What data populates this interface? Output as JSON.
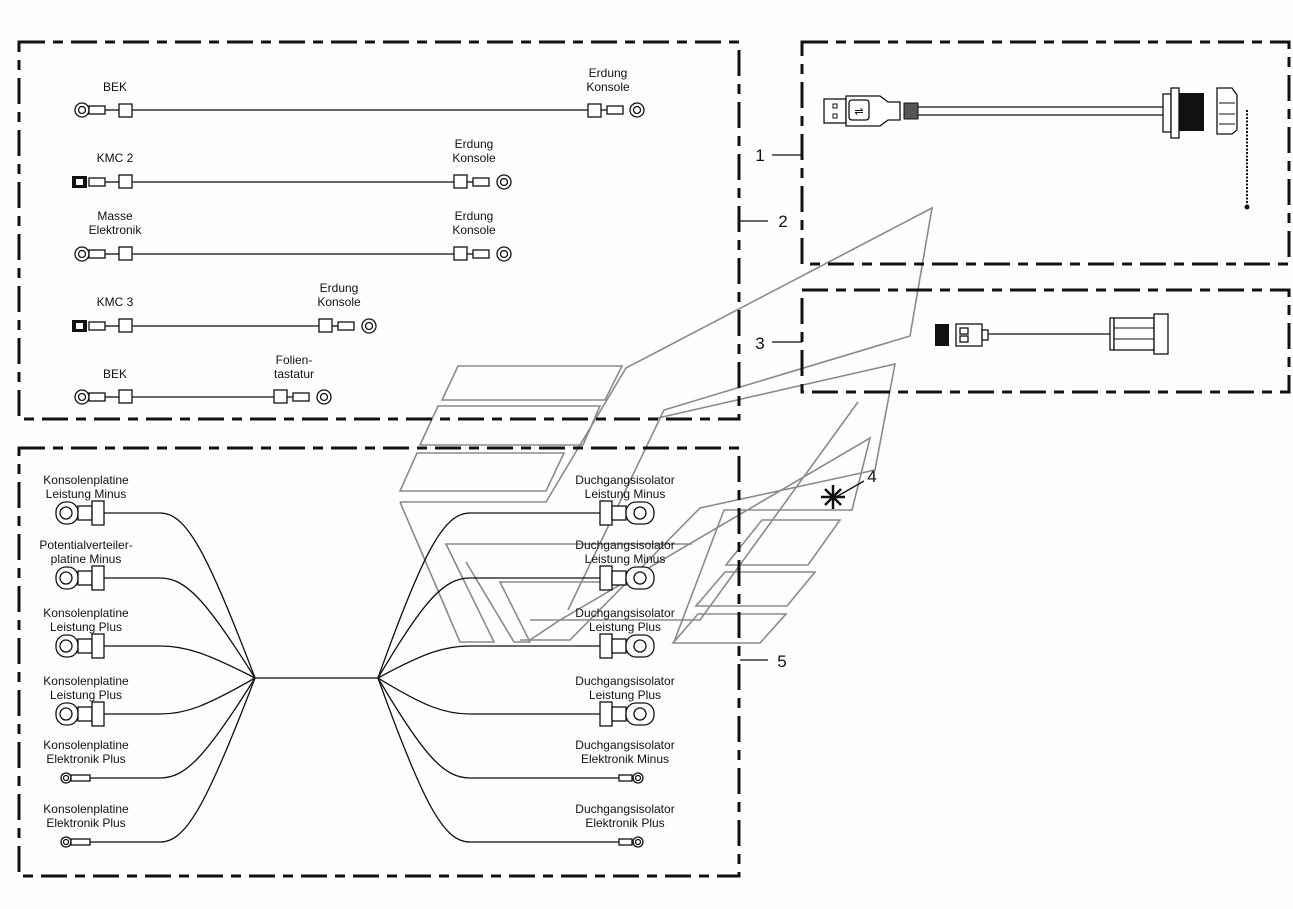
{
  "diagram": {
    "colors": {
      "ink": "#111111",
      "watermark": "#8a8a8a",
      "background": "#fdfefd"
    },
    "callouts": [
      {
        "id": "1",
        "label": "1",
        "target": "usb-cable-assembly"
      },
      {
        "id": "2",
        "label": "2",
        "target": "ground-cable-group"
      },
      {
        "id": "3",
        "label": "3",
        "target": "connector-cable-assembly"
      },
      {
        "id": "4",
        "label": "4",
        "target": "marker-star"
      },
      {
        "id": "5",
        "label": "5",
        "target": "wiring-harness"
      }
    ],
    "ground_cables": [
      {
        "from": "BEK",
        "to_line1": "Erdung",
        "to_line2": "Konsole",
        "from_type": "ring"
      },
      {
        "from": "KMC 2",
        "to_line1": "Erdung",
        "to_line2": "Konsole",
        "from_type": "flat"
      },
      {
        "from_line1": "Masse",
        "from_line2": "Elektronik",
        "to_line1": "Erdung",
        "to_line2": "Konsole",
        "from_type": "ring"
      },
      {
        "from": "KMC 3",
        "to_line1": "Erdung",
        "to_line2": "Konsole",
        "from_type": "flat"
      },
      {
        "from": "BEK",
        "to_line1": "Folien-",
        "to_line2": "tastatur",
        "from_type": "ring"
      }
    ],
    "harness": {
      "left": [
        {
          "line1": "Konsolenplatine",
          "line2": "Leistung Minus",
          "type": "large"
        },
        {
          "line1": "Potentialverteiler-",
          "line2": "platine Minus",
          "type": "large"
        },
        {
          "line1": "Konsolenplatine",
          "line2": "Leistung Plus",
          "type": "large"
        },
        {
          "line1": "Konsolenplatine",
          "line2": "Leistung Plus",
          "type": "large"
        },
        {
          "line1": "Konsolenplatine",
          "line2": "Elektronik Plus",
          "type": "small"
        },
        {
          "line1": "Konsolenplatine",
          "line2": "Elektronik Plus",
          "type": "small"
        }
      ],
      "right": [
        {
          "line1": "Duchgangsisolator",
          "line2": "Leistung Minus",
          "type": "large"
        },
        {
          "line1": "Duchgangsisolator",
          "line2": "Leistung Minus",
          "type": "large"
        },
        {
          "line1": "Duchgangsisolator",
          "line2": "Leistung Plus",
          "type": "large"
        },
        {
          "line1": "Duchgangsisolator",
          "line2": "Leistung Plus",
          "type": "large"
        },
        {
          "line1": "Duchgangsisolator",
          "line2": "Elektronik Minus",
          "type": "small"
        },
        {
          "line1": "Duchgangsisolator",
          "line2": "Elektronik Plus",
          "type": "small"
        }
      ]
    }
  }
}
